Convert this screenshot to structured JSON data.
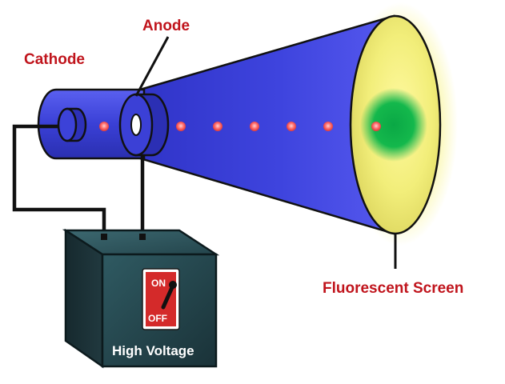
{
  "labels": {
    "cathode": "Cathode",
    "anode": "Anode",
    "screen": "Fluorescent Screen",
    "power_supply": "High Voltage"
  },
  "switch": {
    "on_label": "ON",
    "off_label": "OFF",
    "state": "on"
  },
  "beam": {
    "dot_count": 7
  },
  "colors": {
    "tube": "#3b40d8",
    "label": "#c0141c",
    "electron": "#ff6a6a",
    "glow_spot": "#10b84a",
    "screen_glow": "#f2ee7a",
    "box": "#1d3d44",
    "switch": "#d42a2a"
  }
}
